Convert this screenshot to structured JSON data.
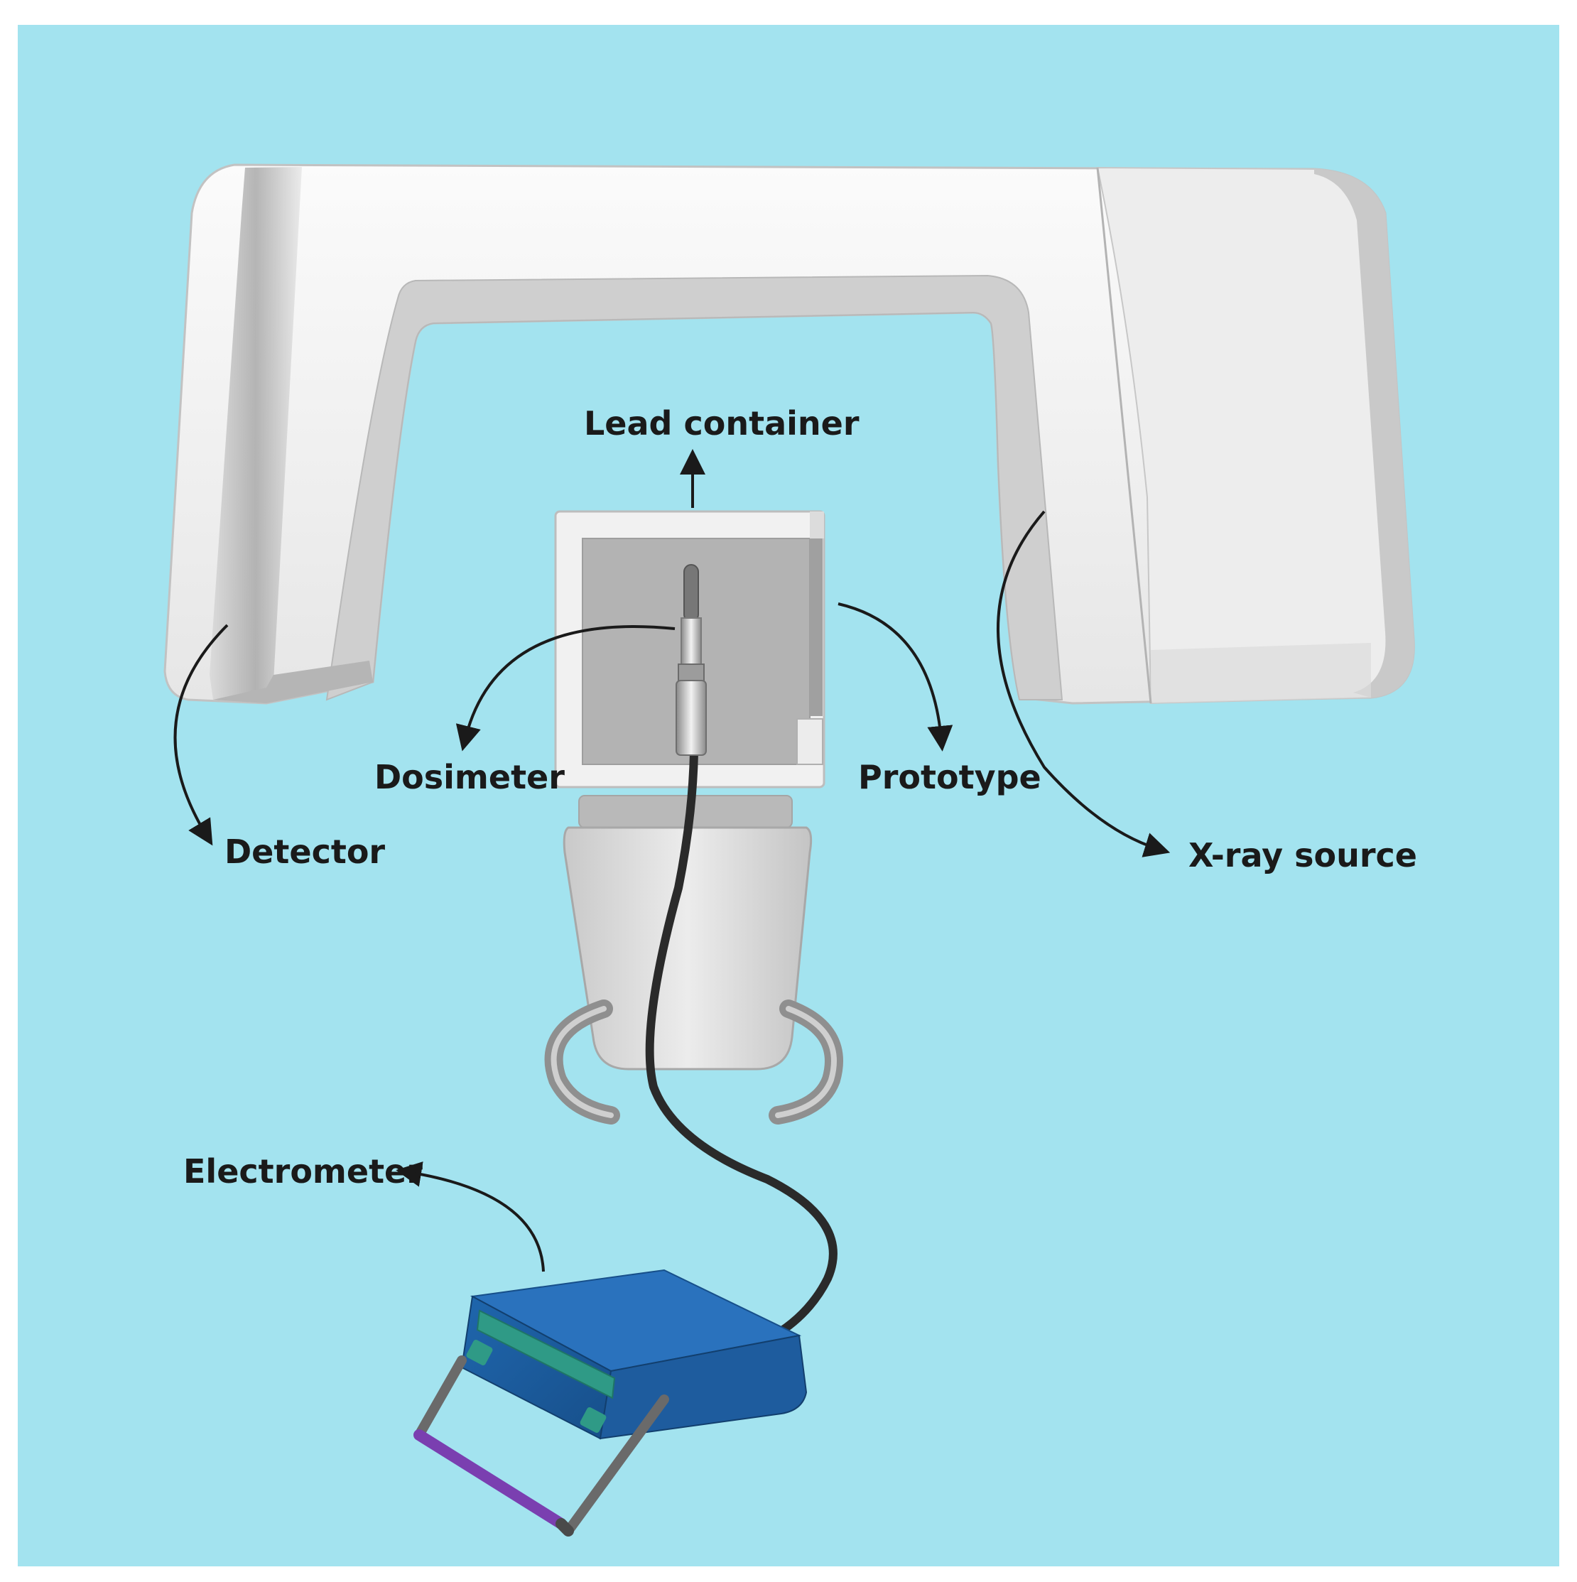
{
  "diagram": {
    "labels": {
      "lead_container": "Lead container",
      "dosimeter": "Dosimeter",
      "prototype": "Prototype",
      "detector": "Detector",
      "xray_source": "X-ray source",
      "electrometer": "Electrometer"
    },
    "colors": {
      "background": "#a3e3ef",
      "device_body": "#f2f2f2",
      "device_shade": "#c8c8c8",
      "container_inner": "#b3b3b3",
      "electrometer_body": "#1f5fa3",
      "electrometer_display": "#2f9a86",
      "handle_grip": "#7a3fb0",
      "cable": "#2a2a2a",
      "arrow": "#1a1a1a"
    }
  }
}
